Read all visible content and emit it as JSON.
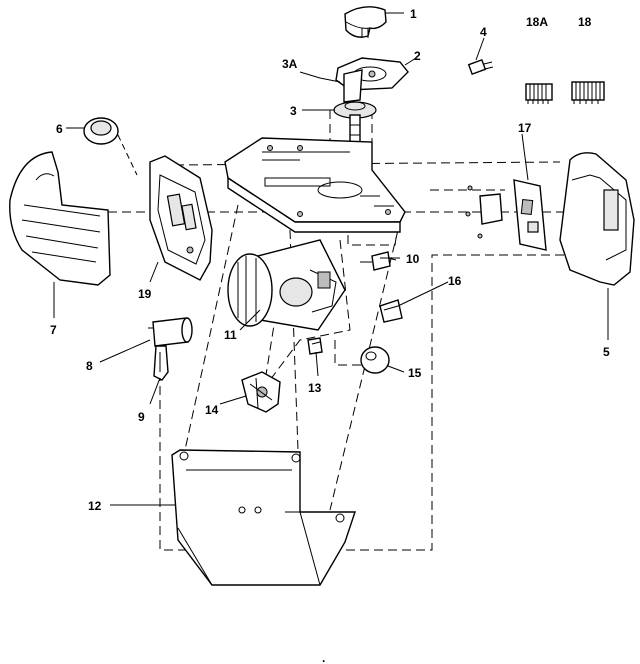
{
  "diagram": {
    "callouts": [
      {
        "id": "1",
        "label": "1"
      },
      {
        "id": "2",
        "label": "2"
      },
      {
        "id": "3A",
        "label": "3A"
      },
      {
        "id": "3",
        "label": "3"
      },
      {
        "id": "4",
        "label": "4"
      },
      {
        "id": "18A",
        "label": "18A"
      },
      {
        "id": "18",
        "label": "18"
      },
      {
        "id": "6",
        "label": "6"
      },
      {
        "id": "17",
        "label": "17"
      },
      {
        "id": "7",
        "label": "7"
      },
      {
        "id": "19",
        "label": "19"
      },
      {
        "id": "10",
        "label": "10"
      },
      {
        "id": "16",
        "label": "16"
      },
      {
        "id": "5",
        "label": "5"
      },
      {
        "id": "8",
        "label": "8"
      },
      {
        "id": "11",
        "label": "11"
      },
      {
        "id": "9",
        "label": "9"
      },
      {
        "id": "13",
        "label": "13"
      },
      {
        "id": "15",
        "label": "15"
      },
      {
        "id": "14",
        "label": "14"
      },
      {
        "id": "12",
        "label": "12"
      }
    ],
    "footer_mark": "."
  }
}
